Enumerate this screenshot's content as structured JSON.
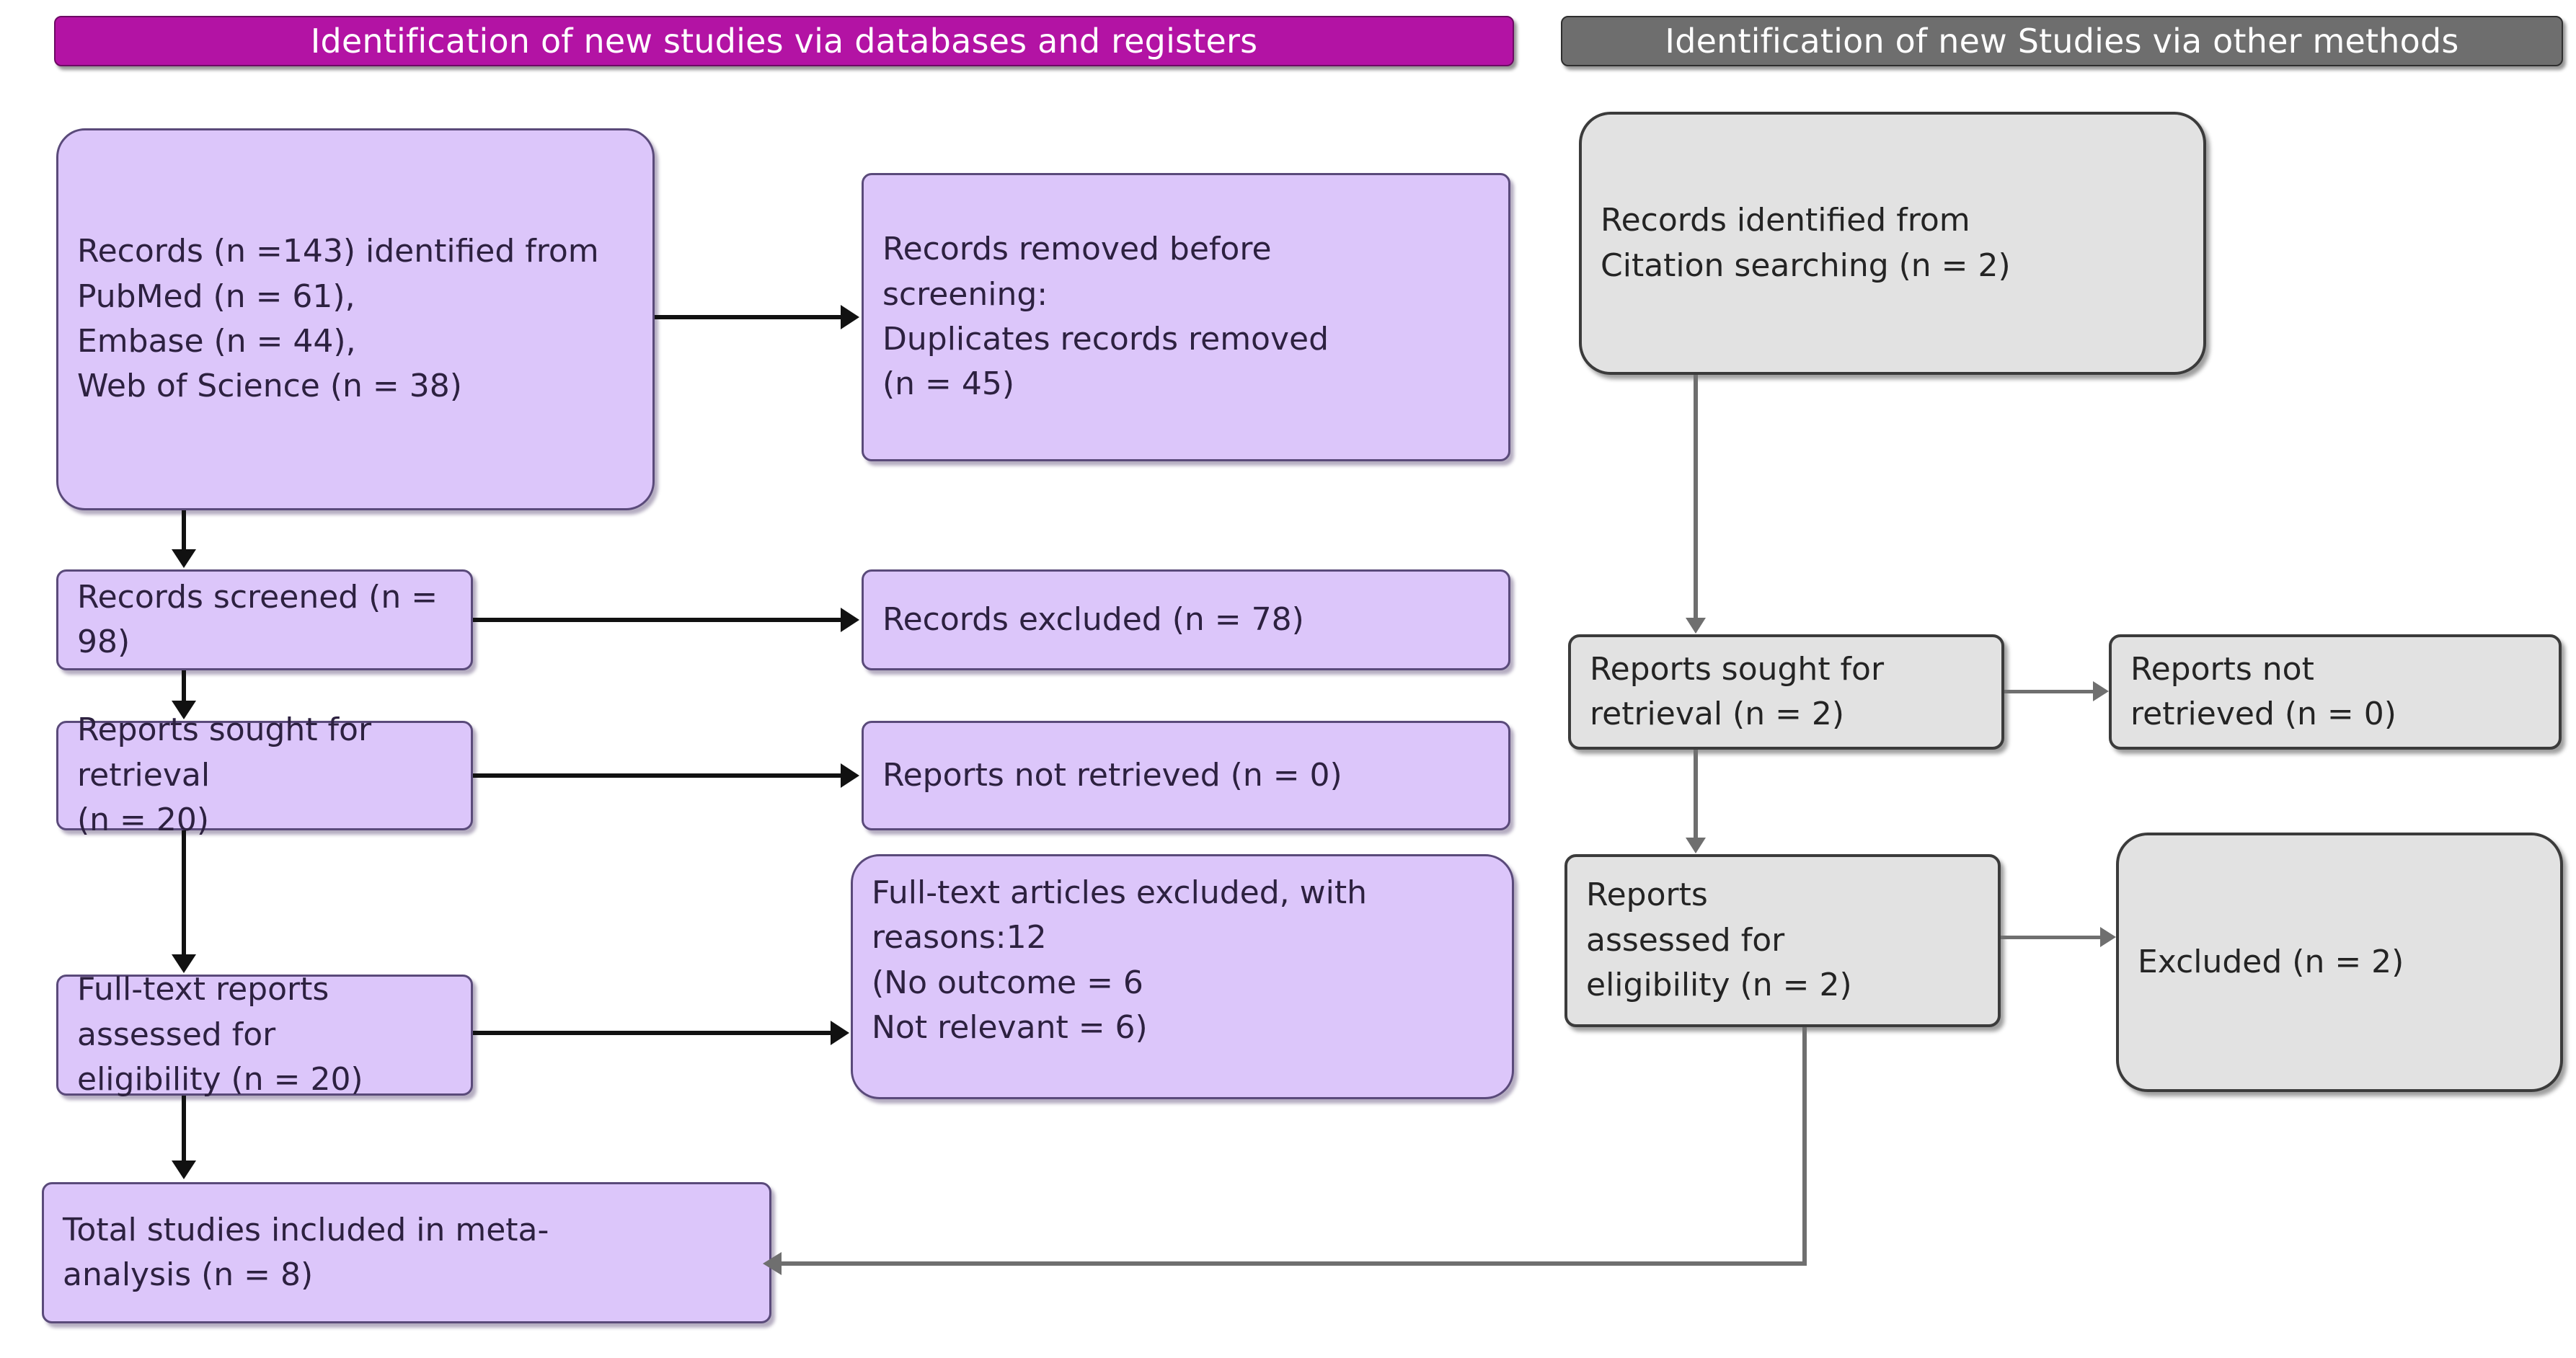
{
  "diagram": {
    "title": "PRISMA flow diagram",
    "type": "prisma-flow-diagram",
    "colors": {
      "header_databases": "#B313A4",
      "header_other_methods": "#6E6E6E",
      "box_databases_fill": "#DCC6FA",
      "box_databases_border": "#5A4A7A",
      "box_other_fill": "#E2E2E2",
      "box_other_border": "#3B3B3B",
      "arrow_databases": "#111111",
      "arrow_other": "#6F6F6F",
      "background": "#FFFFFF"
    }
  },
  "columns": {
    "databases": {
      "header": "Identification of new studies via databases and registers",
      "boxes": {
        "records_identified": "Records (n =143) identified from\nPubMed (n = 61),\nEmbase (n = 44),\nWeb of Science (n = 38)",
        "records_removed": "Records removed before\nscreening:\nDuplicates records removed\n(n = 45)",
        "records_screened": "Records screened (n = 98)",
        "records_excluded": "Records excluded (n = 78)",
        "reports_sought": "Reports sought for retrieval\n(n = 20)",
        "reports_not_retrieved": "Reports not retrieved (n = 0)",
        "fulltext_assessed": "Full-text reports assessed for\neligibility  (n = 20)",
        "fulltext_excluded": "Full-text articles excluded, with\nreasons:12\n(No outcome = 6\nNot relevant = 6)",
        "total_included": "Total studies included in meta-\nanalysis      (n = 8)"
      }
    },
    "other_methods": {
      "header": "Identification of new Studies via other methods",
      "boxes": {
        "records_identified": "Records identified from\nCitation searching (n = 2)",
        "reports_sought": "Reports sought for\nretrieval (n = 2)",
        "reports_not_retrieved": "Reports not\nretrieved  (n = 0)",
        "reports_assessed": "Reports\nassessed  for\neligibility (n = 2)",
        "excluded": "Excluded (n = 2)"
      }
    }
  }
}
